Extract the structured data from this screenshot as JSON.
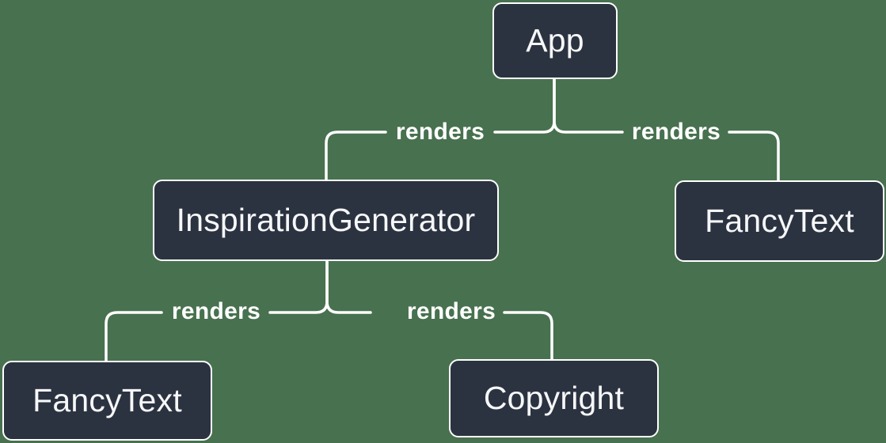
{
  "diagram": {
    "description": "React render tree diagram",
    "nodes": [
      {
        "id": "app",
        "label": "App"
      },
      {
        "id": "inspiration-generator",
        "label": "InspirationGenerator"
      },
      {
        "id": "fancy-text-top",
        "label": "FancyText"
      },
      {
        "id": "fancy-text-bottom",
        "label": "FancyText"
      },
      {
        "id": "copyright",
        "label": "Copyright"
      }
    ],
    "edges": [
      {
        "from": "App",
        "to": "InspirationGenerator",
        "label": "renders"
      },
      {
        "from": "App",
        "to": "FancyText",
        "label": "renders"
      },
      {
        "from": "InspirationGenerator",
        "to": "FancyText",
        "label": "renders"
      },
      {
        "from": "InspirationGenerator",
        "to": "Copyright",
        "label": "renders"
      }
    ],
    "colors": {
      "background": "#48714F",
      "node_fill": "#2C3340",
      "node_border": "#FFFFFF",
      "node_text": "#F6F7F9",
      "line": "#FFFFFF"
    }
  }
}
